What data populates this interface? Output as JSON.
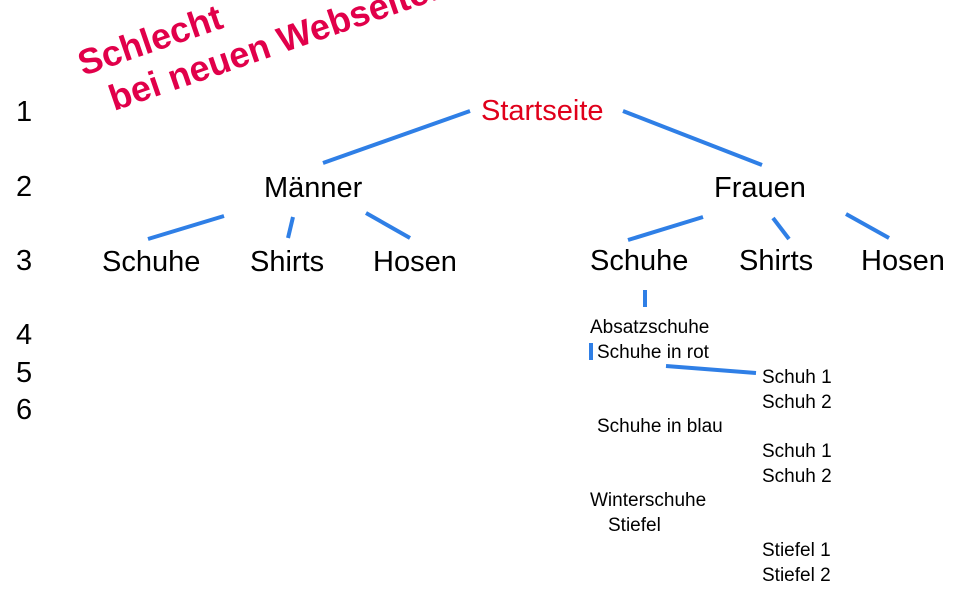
{
  "colors": {
    "accent": "#e1004a",
    "root": "#e0001b",
    "line": "#2f7fe6",
    "text": "#000000"
  },
  "levels": [
    "1",
    "2",
    "3",
    "4",
    "5",
    "6"
  ],
  "stamp": {
    "line1": "Schlecht",
    "line2": "bei neuen Webseiten"
  },
  "tree": {
    "root": "Startseite",
    "men": {
      "label": "Männer",
      "children": [
        "Schuhe",
        "Shirts",
        "Hosen"
      ]
    },
    "women": {
      "label": "Frauen",
      "children": [
        "Schuhe",
        "Shirts",
        "Hosen"
      ]
    }
  },
  "detail": {
    "absatzschuhe": "Absatzschuhe",
    "rot": "Schuhe in rot",
    "rot_items": [
      "Schuh 1",
      "Schuh 2"
    ],
    "blau": "Schuhe in blau",
    "blau_items": [
      "Schuh 1",
      "Schuh 2"
    ],
    "winter": "Winterschuhe",
    "stiefel": "Stiefel",
    "stiefel_items": [
      "Stiefel 1",
      "Stiefel 2"
    ]
  }
}
